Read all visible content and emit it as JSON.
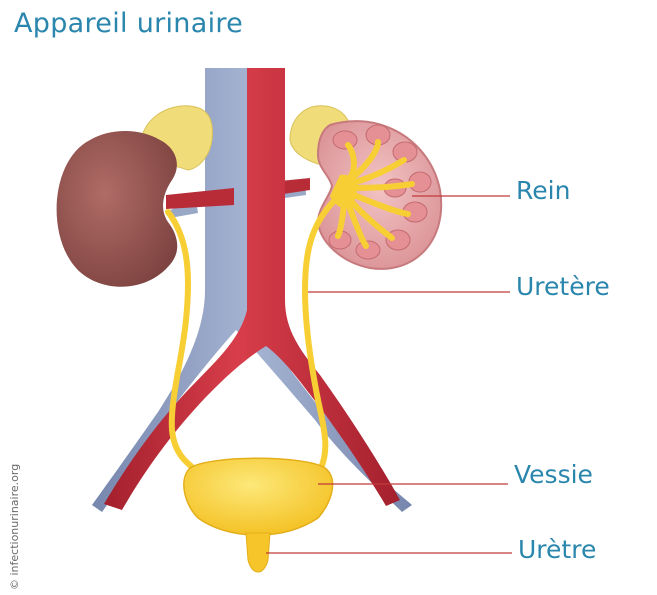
{
  "title": "Appareil urinaire",
  "labels": {
    "rein": "Rein",
    "uretere": "Uretère",
    "vessie": "Vessie",
    "uretre": "Urètre"
  },
  "copyright": "© infectionurinaire.org",
  "colors": {
    "title": "#2a86ad",
    "leader_line": "#c23a3a",
    "aorta": "#c9313f",
    "vena_cava": "#8f9fc3",
    "kidney": "#9b5a55",
    "kidney_section": "#e6a7aa",
    "adrenal": "#f1dc7a",
    "urinary_tract": "#f7cf35"
  }
}
